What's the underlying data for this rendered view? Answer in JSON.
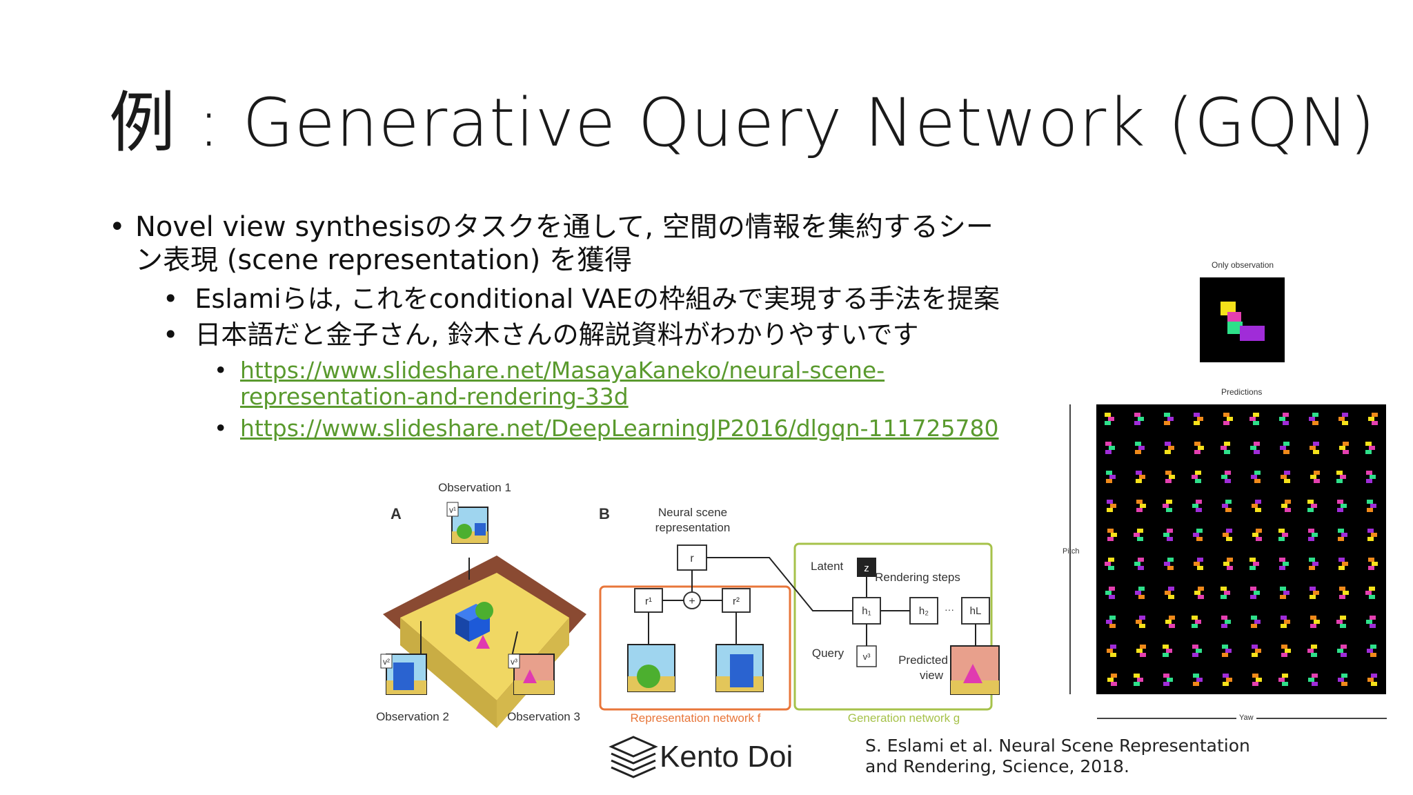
{
  "title": "例 : Generative Query Network (GQN)",
  "bullets": {
    "main_line1": "Novel view synthesisのタスクを通して, 空間の情報を集約するシー",
    "main_line2": "ン表現 (scene representation) を獲得",
    "sub1": "Eslamiらは, これをconditional VAEの枠組みで実現する手法を提案",
    "sub2": "日本語だと金子さん, 鈴木さんの解説資料がわかりやすいです",
    "link1_line1": "https://www.slideshare.net/MasayaKaneko/neural-scene-",
    "link1_line2": "representation-and-rendering-33d",
    "link2": "https://www.slideshare.net/DeepLearningJP2016/dlgqn-111725780"
  },
  "figure": {
    "panel_a": "A",
    "panel_b": "B",
    "obs1": "Observation 1",
    "obs2": "Observation 2",
    "obs3": "Observation 3",
    "neural_scene": "Neural scene",
    "representation": "representation",
    "r": "r",
    "r1": "r¹",
    "r2": "r²",
    "plus": "+",
    "latent": "Latent",
    "z": "z",
    "rendering_steps": "Rendering steps",
    "h1": "h₁",
    "h2": "h₂",
    "hl": "hL",
    "dots": "···",
    "query": "Query",
    "predicted": "Predicted",
    "view": "view",
    "v1": "v¹",
    "v2": "v²",
    "v3": "v³",
    "rep_net": "Representation network f",
    "gen_net": "Generation network g"
  },
  "right_figure": {
    "only_obs": "Only observation",
    "predictions": "Predictions",
    "pitch": "Pitch",
    "yaw": "Yaw"
  },
  "logo": "Kento Doi",
  "citation_line1": "S. Eslami et al. Neural Scene Representation",
  "citation_line2": "and Rendering, Science, 2018.",
  "colors": {
    "link": "#5a9a2e",
    "rep_frame": "#e8763a",
    "gen_frame": "#a6c24a"
  }
}
